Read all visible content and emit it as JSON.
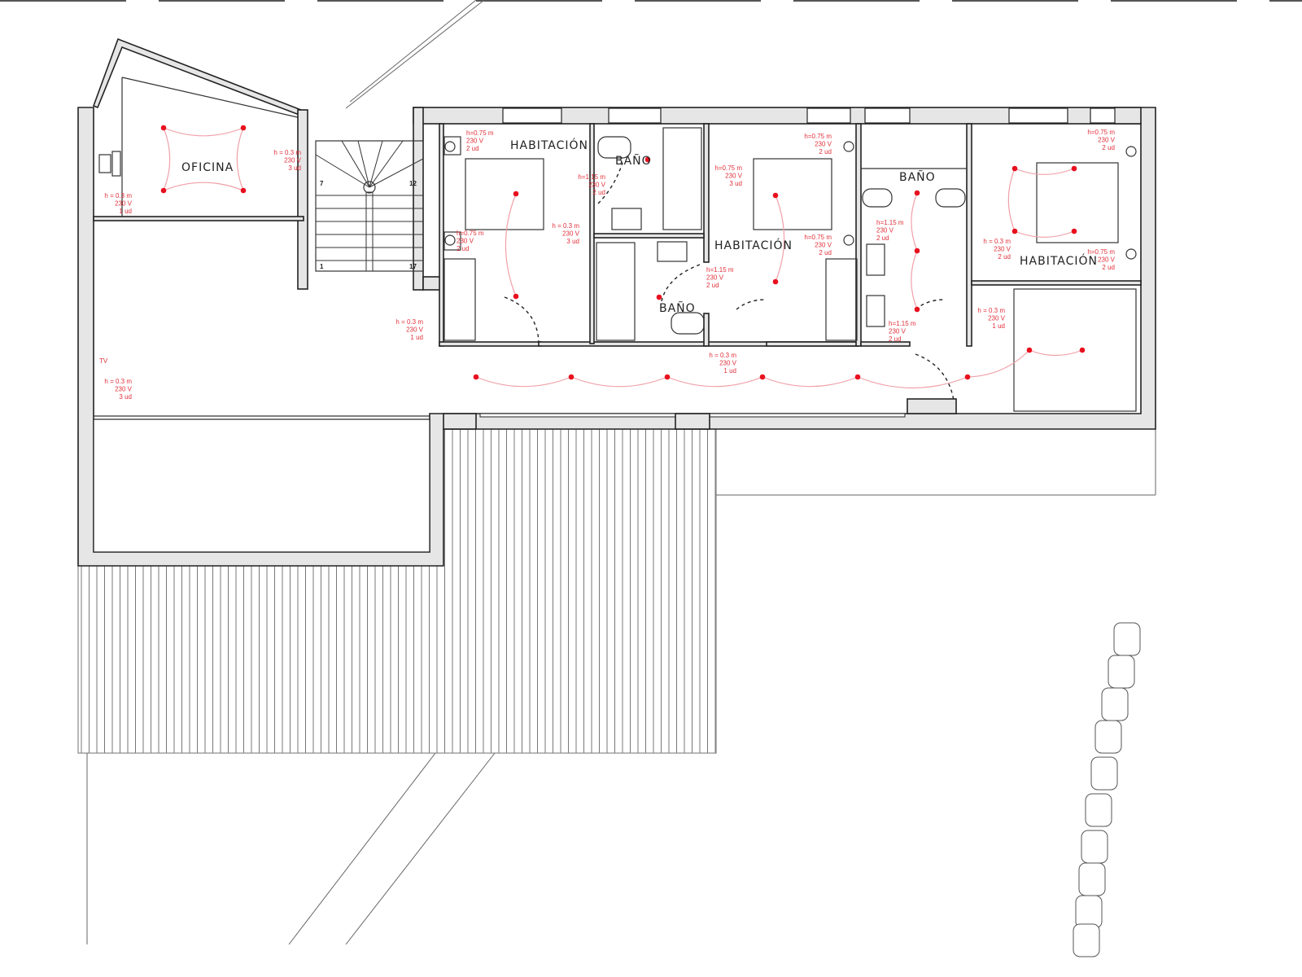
{
  "rooms": {
    "office": "OFICINA",
    "bedroom_1": "HABITACIÓN",
    "bath_1": "BAÑO",
    "bedroom_2": "HABITACIÓN",
    "bath_2": "BAÑO",
    "bath_3": "BAÑO",
    "bedroom_3": "HABITACIÓN"
  },
  "stairs": {
    "steps": [
      "7",
      "12",
      "1",
      "17"
    ]
  },
  "symbols": {
    "tv": "TV"
  },
  "annotations": [
    [
      "h = 0.3 m",
      "230 V",
      "3 ud"
    ],
    [
      "h = 0.3 m",
      "230 V",
      "1 ud"
    ],
    [
      "h = 0.3 m",
      "230 V",
      "3 ud"
    ],
    [
      "h = 0.3 m",
      "230 V",
      "1 ud"
    ],
    [
      "h=0.75 m",
      "230 V",
      "2 ud"
    ],
    [
      "h=0.75 m",
      "230 V",
      "2 ud"
    ],
    [
      "h=1.15 m",
      "230 V",
      "2 ud"
    ],
    [
      "h = 0.3 m",
      "230 V",
      "3 ud"
    ],
    [
      "h=0.75 m",
      "230 V",
      "3 ud"
    ],
    [
      "h=1.15 m",
      "230 V",
      "2 ud"
    ],
    [
      "h = 0.3 m",
      "230 V",
      "1 ud"
    ],
    [
      "h=0.75 m",
      "230 V",
      "2 ud"
    ],
    [
      "h=0.75 m",
      "230 V",
      "2 ud"
    ],
    [
      "h=1.15 m",
      "230 V",
      "2 ud"
    ],
    [
      "h=1.15 m",
      "230 V",
      "2 ud"
    ],
    [
      "h=0.75 m",
      "230 V",
      "2 ud"
    ],
    [
      "h = 0.3 m",
      "230 V",
      "2 ud"
    ],
    [
      "h=0.75 m",
      "230 V",
      "2 ud"
    ],
    [
      "h = 0.3 m",
      "230 V",
      "1 ud"
    ]
  ],
  "colors": {
    "electrical": "#e8101e",
    "wiring": "#f0a0a8",
    "walls": "#e6e6e6",
    "lines": "#222222"
  }
}
